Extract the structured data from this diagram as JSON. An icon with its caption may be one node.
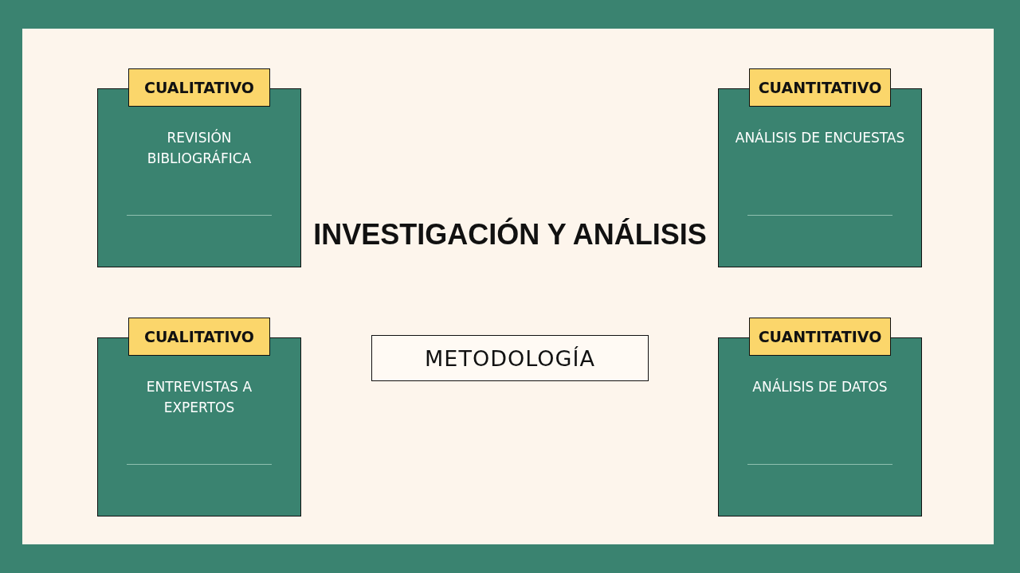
{
  "diagram": {
    "title": "INVESTIGACIÓN Y ANÁLISIS",
    "nodes": [
      {
        "text": [
          "CUALITATIVO",
          "REVISIÓN BIBLIOGRÁFICA"
        ]
      },
      {
        "text": [
          "CUANTITATIVO",
          "ANÁLISIS DE ENCUESTAS"
        ]
      },
      {
        "text": [
          "METODOLOGÍA"
        ]
      },
      {
        "text": [
          "CUALITATIVO",
          "ENTREVISTAS A EXPERTOS"
        ]
      },
      {
        "text": [
          "CUANTITATIVO",
          "ANÁLISIS DE DATOS"
        ]
      }
    ],
    "edges": []
  }
}
